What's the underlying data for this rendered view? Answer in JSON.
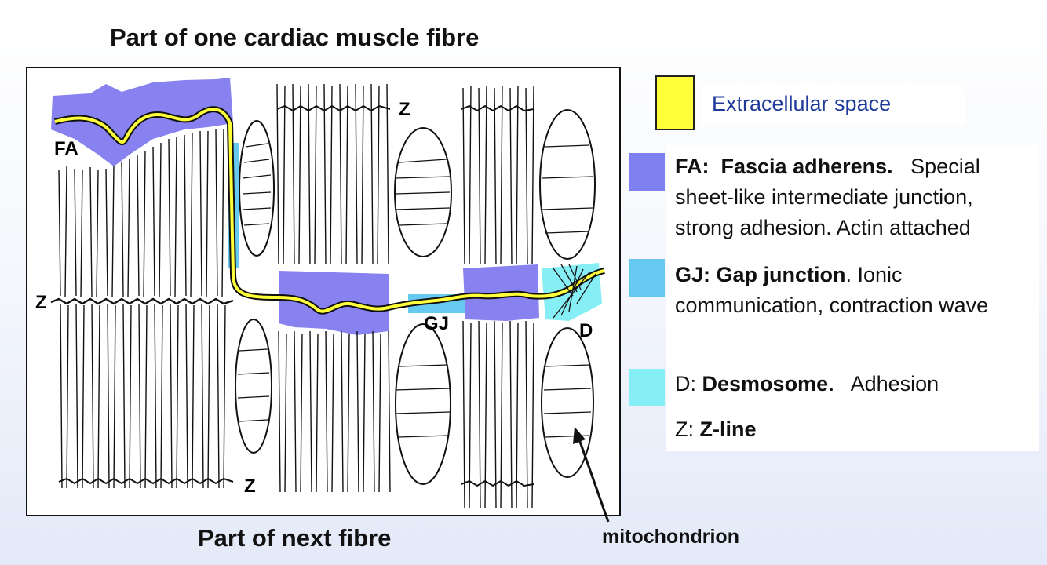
{
  "title_top": "Part of one cardiac muscle fibre",
  "title_bottom": "Part of next fibre",
  "diagram_labels": {
    "fa": "FA",
    "gj": "GJ",
    "d": "D",
    "z_top": "Z",
    "z_left": "Z",
    "z_bottom": "Z"
  },
  "mitochondrion_label": "mitochondrion",
  "legend": {
    "extracellular": {
      "text": "Extracellular space",
      "color": "#ffff3a"
    },
    "fa": {
      "abbr": "FA:",
      "name": "Fascia adherens.",
      "desc1": "Special",
      "desc2": "sheet-like intermediate junction, strong adhesion.  Actin attached",
      "color": "#8080f0"
    },
    "gj": {
      "abbr_name": "GJ: Gap junction",
      "desc": ".  Ionic communication, contraction wave",
      "color": "#66c9f0"
    },
    "d": {
      "abbr": "D:",
      "name": "Desmosome.",
      "desc": "Adhesion",
      "color": "#86eef5"
    },
    "z": {
      "abbr": "Z:",
      "name": "Z-line"
    }
  },
  "colors": {
    "cell_border": "#111111",
    "membrane_yellow": "#ffff3a",
    "fa_blue": "#7a74ee",
    "gj_blue": "#66c9f0",
    "d_cyan": "#86eef5"
  }
}
